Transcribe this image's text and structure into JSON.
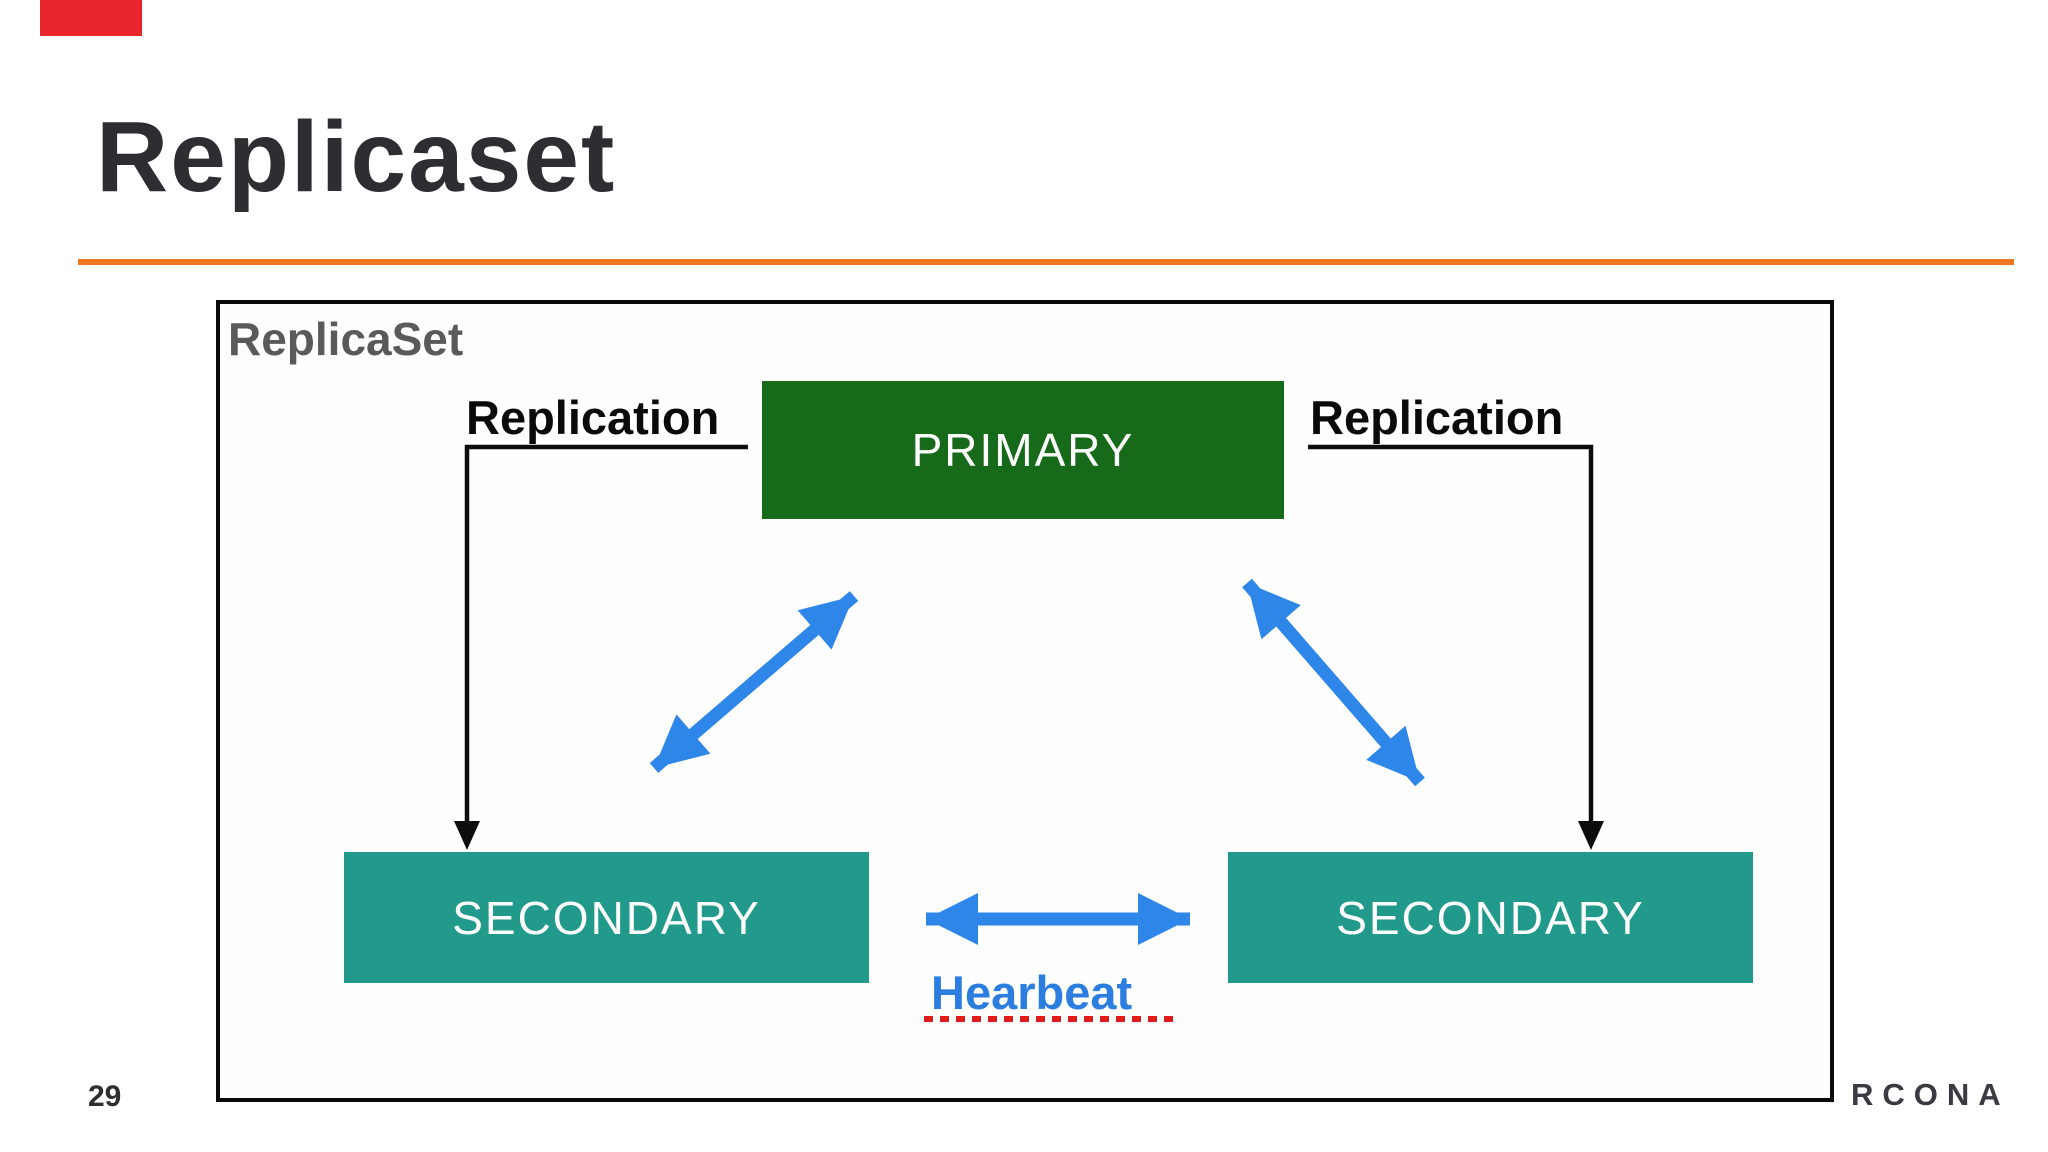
{
  "slide": {
    "title": "Replicaset",
    "page_number": "29",
    "brand_text": "RCONA"
  },
  "diagram": {
    "label": "ReplicaSet",
    "primary_label": "PRIMARY",
    "secondary_left_label": "SECONDARY",
    "secondary_right_label": "SECONDARY",
    "replication_left_label": "Replication",
    "replication_right_label": "Replication",
    "heartbeat_label": "Hearbeat"
  },
  "colors": {
    "accent_line": "#ee7623",
    "title_text": "#2d2d32",
    "diagram_label_gray": "#5a5a5c",
    "primary_box_green": "#186a1b",
    "secondary_box_teal": "#219a8b",
    "arrow_blue": "#2e86e8",
    "connector_black": "#0d0d0d",
    "heartbeat_text_blue": "#2b7de0",
    "spellcheck_red": "#e01b1b",
    "record_bar_red": "#e8262b"
  }
}
